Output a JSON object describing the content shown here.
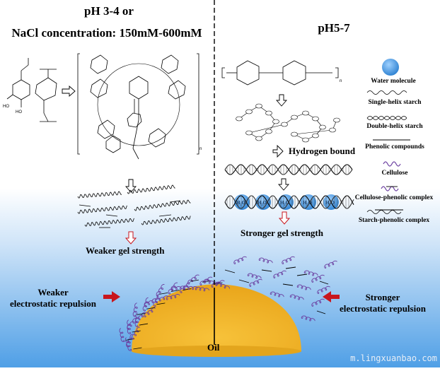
{
  "left_panel": {
    "title_line1": "pH 3-4 or",
    "title_line2": "NaCl concentration: 150mM-600mM",
    "result_label": "Weaker gel strength",
    "repulsion_label_line1": "Weaker",
    "repulsion_label_line2": "electrostatic repulsion"
  },
  "right_panel": {
    "title": "pH5-7",
    "hydrogen_label": "Hydrogen bound",
    "result_label": "Stronger gel strength",
    "repulsion_label_line1": "Stronger",
    "repulsion_label_line2": "electrostatic repulsion",
    "h2o_bubble": "H₂O"
  },
  "legend": [
    {
      "icon": "water-molecule-icon",
      "label": "Water molecule"
    },
    {
      "icon": "single-helix-icon",
      "label": "Single-helix starch"
    },
    {
      "icon": "double-helix-icon",
      "label": "Double-helix starch"
    },
    {
      "icon": "phenolic-line-icon",
      "label": "Phenolic compounds"
    },
    {
      "icon": "cellulose-icon",
      "label": "Cellulose"
    },
    {
      "icon": "cellulose-phenolic-icon",
      "label": "Cellulose-phenolic complex"
    },
    {
      "icon": "starch-phenolic-icon",
      "label": "Starch-phenolic complex"
    }
  ],
  "droplet_label": "Oil",
  "watermark": "m.lingxuanbao.com",
  "colors": {
    "sky_top": "#ffffff",
    "sky_bottom": "#5aa7e8",
    "oil": "#f2b324",
    "arrow_red": "#c8161d",
    "cellulose_purple": "#6b3fa0",
    "h2o_blue": "#2f86d6"
  }
}
